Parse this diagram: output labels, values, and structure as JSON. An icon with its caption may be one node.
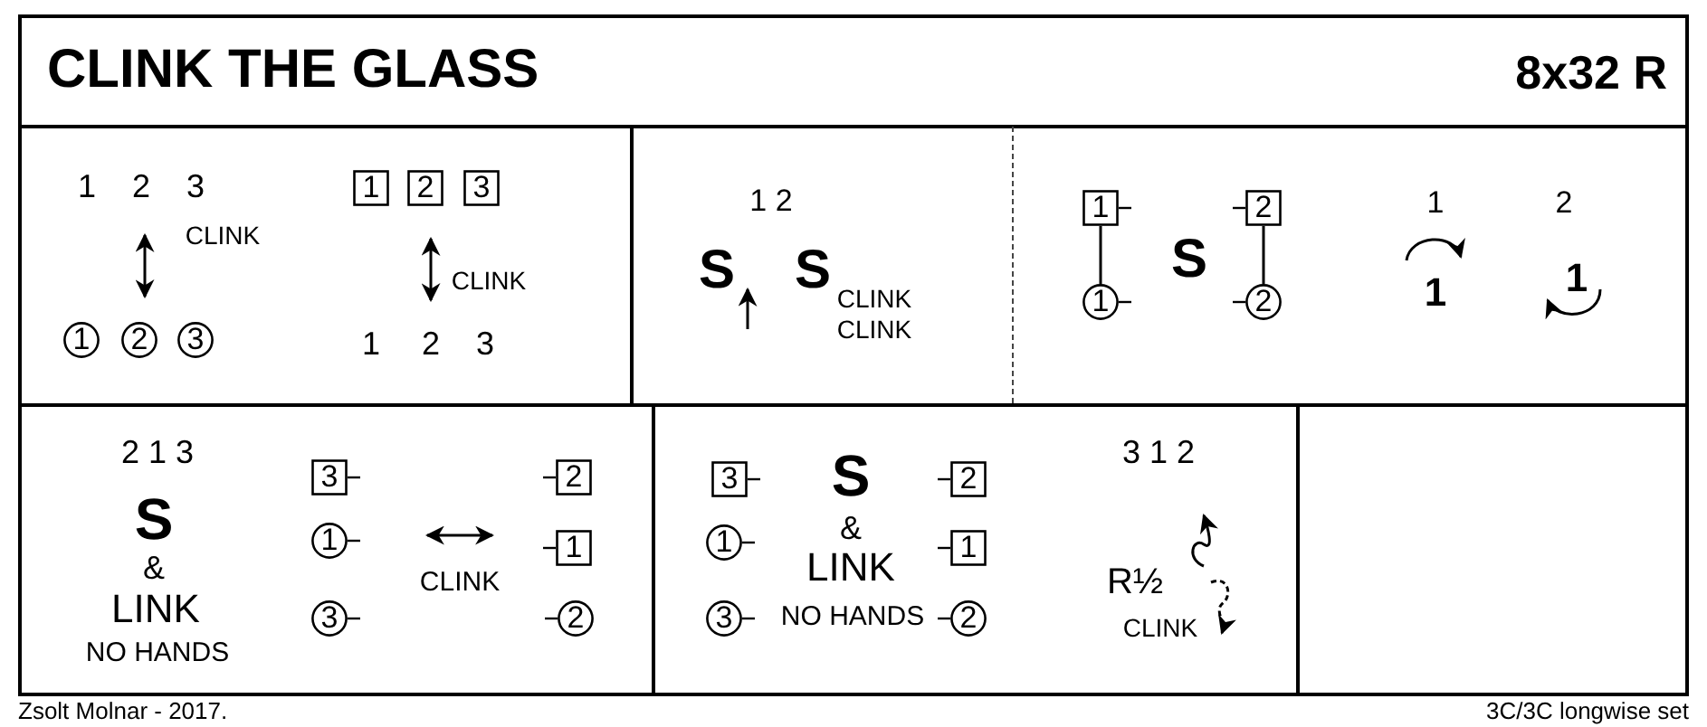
{
  "diagram": {
    "title": "CLINK THE GLASS",
    "nodes": [
      {
        "text": [],
        "shape": "box"
      },
      {
        "text": [],
        "shape": "box"
      },
      {
        "text": [],
        "shape": "box"
      },
      {
        "text": [],
        "shape": "box"
      },
      {
        "text": [],
        "shape": "box"
      },
      {
        "text": [],
        "shape": "box"
      },
      {
        "text": [
          "1"
        ],
        "in": 0
      },
      {
        "text": [
          "2"
        ],
        "in": 0
      },
      {
        "text": [
          "3"
        ],
        "in": 0
      },
      {
        "text": [
          "1"
        ],
        "in": 0
      },
      {
        "text": [
          "2"
        ],
        "in": 0
      },
      {
        "text": [
          "3"
        ],
        "in": 0
      },
      {
        "text": [
          "1"
        ],
        "in": 2
      },
      {
        "text": [
          "2"
        ],
        "in": 2
      },
      {
        "text": [
          "1"
        ],
        "in": 2
      },
      {
        "text": [
          "2"
        ],
        "in": 2
      },
      {
        "text": [
          "3"
        ],
        "in": 3
      },
      {
        "text": [
          "2"
        ],
        "in": 3
      },
      {
        "text": [
          "1"
        ],
        "in": 3
      },
      {
        "text": [
          "1"
        ],
        "in": 3
      },
      {
        "text": [
          "3"
        ],
        "in": 3
      },
      {
        "text": [
          "2"
        ],
        "in": 3
      },
      {
        "text": [
          "3"
        ],
        "in": 4
      },
      {
        "text": [
          "2"
        ],
        "in": 4
      },
      {
        "text": [
          "1"
        ],
        "in": 4
      },
      {
        "text": [
          "1"
        ],
        "in": 4
      },
      {
        "text": [
          "3"
        ],
        "in": 4
      },
      {
        "text": [
          "2"
        ],
        "in": 4
      }
    ],
    "edges": [
      {
        "from": 12,
        "to": 14,
        "arrow": "none"
      },
      {
        "from": 13,
        "to": 15,
        "arrow": "none"
      }
    ],
    "labels": [
      "8x32 R",
      "1",
      "2",
      "3",
      "CLINK",
      "CLINK",
      "1",
      "2",
      "3",
      "1 2",
      "S",
      "S",
      "CLINK",
      "CLINK",
      "S",
      "1",
      "2",
      "1",
      "1",
      "2 1 3",
      "S",
      "&",
      "LINK",
      "NO HANDS",
      "CLINK",
      "S",
      "&",
      "LINK",
      "NO HANDS",
      "3 1 2",
      "R½",
      "CLINK",
      "Zsolt Molnar - 2017.",
      "3C/3C longwise set"
    ]
  }
}
